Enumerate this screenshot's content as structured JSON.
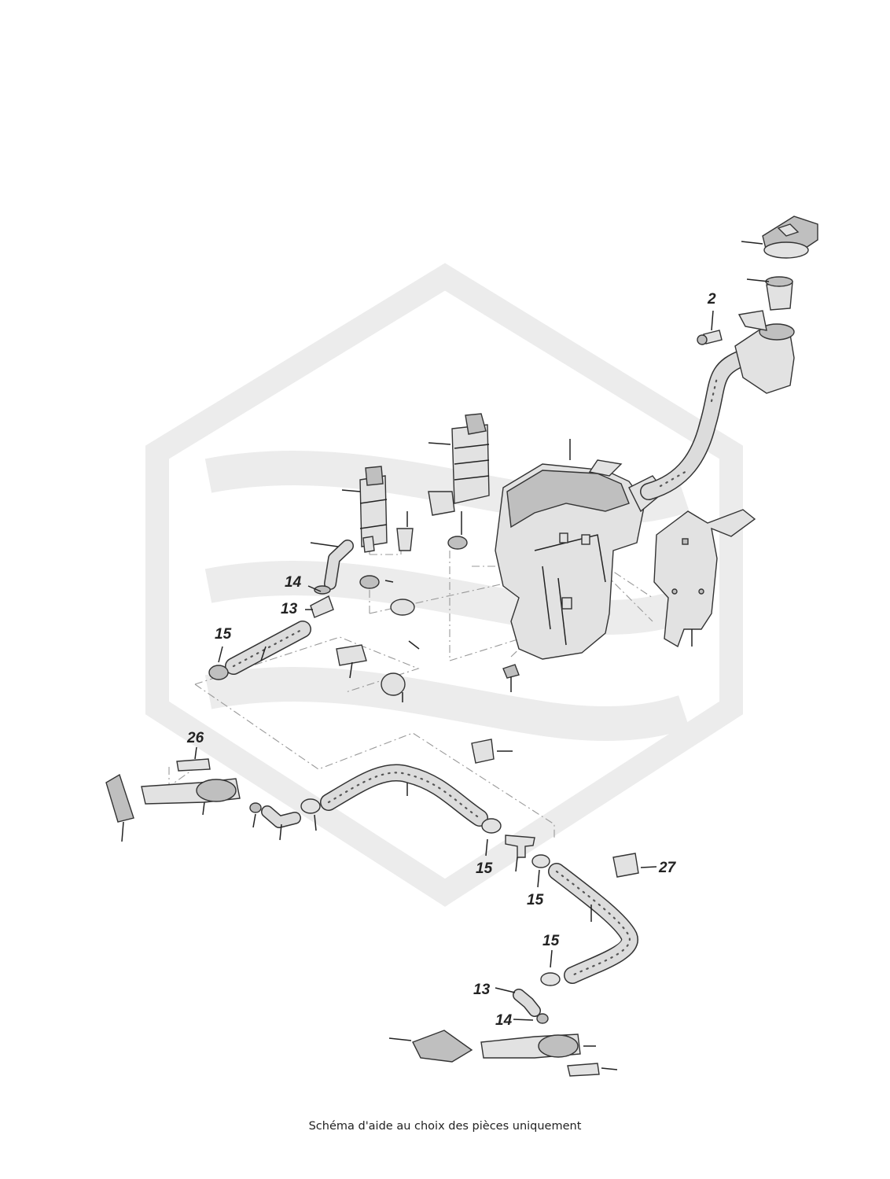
{
  "caption": "Schéma d'aide au choix des pièces uniquement",
  "labels": {
    "l2": "2",
    "l14a": "14",
    "l13a": "13",
    "l15a": "15",
    "l26": "26",
    "l15b": "15",
    "l15c": "15",
    "l27": "27",
    "l15d": "15",
    "l13b": "13",
    "l14b": "14"
  }
}
